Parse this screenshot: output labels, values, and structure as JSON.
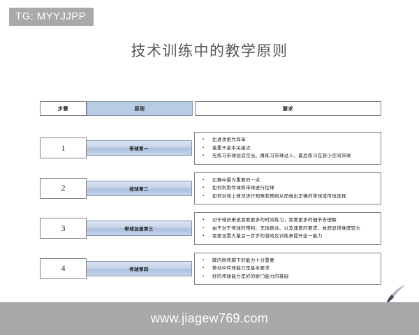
{
  "tag": {
    "label": "TG: MYYJJPP"
  },
  "slide": {
    "title": "技术训练中的教学原则"
  },
  "table": {
    "headers": {
      "step": "步骤",
      "principle": "原则",
      "requirement": "要求"
    },
    "rows": [
      {
        "number": "1",
        "principle": "带球第一",
        "requirements": [
          "比进攻更为简单",
          "着重于基本关键点",
          "先练习带球创造空当、再练习带球过人、最后练习在狭小空间带球"
        ]
      },
      {
        "number": "2",
        "principle": "控球第二",
        "requirements": [
          "比赛中最为重要的一点",
          "如何利用传球和带球进行控球",
          "如何对场上情况进行观察和预判从而做出正确的带球或传球选择"
        ]
      },
      {
        "number": "3",
        "principle": "带球加速第三",
        "requirements": [
          "对于球员来说需要更多的时间练习，需要更多的细节去理解",
          "由于对于传球的预判、无球跑动、以及速度的要求，故而显得难度较大",
          "需要设置大量且一步步的游戏及训练来提升这一能力"
        ]
      },
      {
        "number": "4",
        "principle": "传球第四",
        "requirements": [
          "脚内侧传脚下的能力十分重要",
          "移动中传球能力是基本要求",
          "好的传球能力是好的射门能力的基础"
        ]
      }
    ]
  },
  "watermark": {
    "text": "www.jiagew769.com"
  },
  "colors": {
    "header_blue": "#b8cce4",
    "principle_blue": "#c3d1e8",
    "tag_gray": "#a9a9a9",
    "title_gray": "#595959",
    "border_gray": "#7f7f7f"
  },
  "icons": {
    "corner_logo": "swoosh-logo",
    "bullet": "square-bullet"
  }
}
